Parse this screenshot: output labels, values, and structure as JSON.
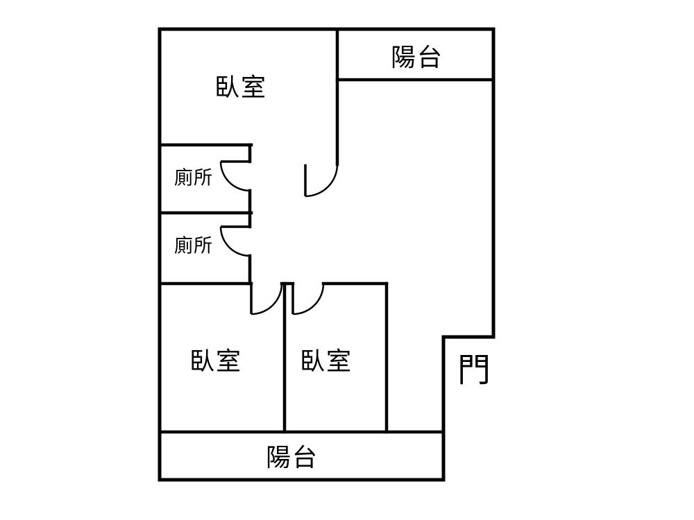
{
  "colors": {
    "background": "#ffffff",
    "wall": "#000000",
    "text": "#000000"
  },
  "rooms": {
    "bedroom_top": {
      "label": "臥室"
    },
    "balcony_top": {
      "label": "陽台"
    },
    "toilet_upper": {
      "label": "廁所"
    },
    "toilet_lower": {
      "label": "廁所"
    },
    "bedroom_bottom_left": {
      "label": "臥室"
    },
    "bedroom_bottom_right": {
      "label": "臥室"
    },
    "balcony_bottom": {
      "label": "陽台"
    },
    "entrance_door": {
      "label": "門"
    }
  }
}
